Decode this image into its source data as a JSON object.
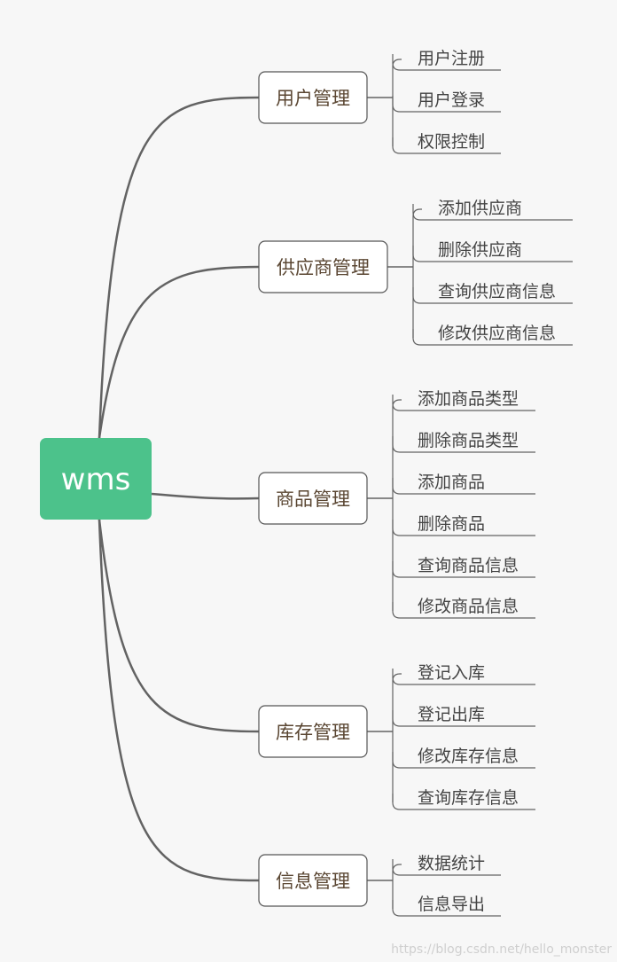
{
  "root": {
    "label": "wms",
    "color": "#4cc28b"
  },
  "branches": [
    {
      "label": "用户管理",
      "children": [
        "用户注册",
        "用户登录",
        "权限控制"
      ]
    },
    {
      "label": "供应商管理",
      "children": [
        "添加供应商",
        "删除供应商",
        "查询供应商信息",
        "修改供应商信息"
      ]
    },
    {
      "label": "商品管理",
      "children": [
        "添加商品类型",
        "删除商品类型",
        "添加商品",
        "删除商品",
        "查询商品信息",
        "修改商品信息"
      ]
    },
    {
      "label": "库存管理",
      "children": [
        "登记入库",
        "登记出库",
        "修改库存信息",
        "查询库存信息"
      ]
    },
    {
      "label": "信息管理",
      "children": [
        "数据统计",
        "信息导出"
      ]
    }
  ],
  "watermark": "https://blog.csdn.net/hello_monster",
  "colors": {
    "line": "#636363",
    "branch_border": "#555555",
    "branch_text": "#5a4632",
    "leaf_text": "#444444",
    "background": "#f7f7f7"
  }
}
